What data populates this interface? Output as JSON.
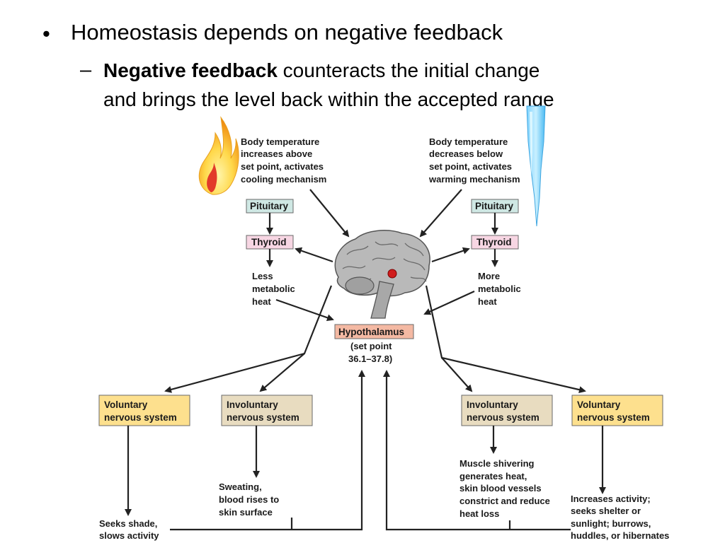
{
  "slide": {
    "bullet_text": "Homeostasis depends on negative feedback",
    "sub_bold": "Negative feedback",
    "sub_rest_line1": " counteracts the initial change",
    "sub_line2": "and brings the level back within the accepted range"
  },
  "diagram": {
    "hot_label": [
      "Body temperature",
      "increases above",
      "set point, activates",
      "cooling mechanism"
    ],
    "cold_label": [
      "Body temperature",
      "decreases below",
      "set point, activates",
      "warming mechanism"
    ],
    "pituitary": "Pituitary",
    "thyroid": "Thyroid",
    "less_heat": [
      "Less",
      "metabolic",
      "heat"
    ],
    "more_heat": [
      "More",
      "metabolic",
      "heat"
    ],
    "hypothalamus": "Hypothalamus",
    "set_point": [
      "(set point",
      "36.1–37.8)"
    ],
    "voluntary": [
      "Voluntary",
      "nervous system"
    ],
    "involuntary": [
      "Involuntary",
      "nervous system"
    ],
    "seeks_shade": [
      "Seeks shade,",
      "slows activity"
    ],
    "sweating": [
      "Sweating,",
      "blood rises to",
      "skin surface"
    ],
    "shivering": [
      "Muscle shivering",
      "generates heat,",
      "skin blood vessels",
      "constrict and reduce",
      "heat loss"
    ],
    "increases_activity": [
      "Increases activity;",
      "seeks shelter or",
      "sunlight; burrows,",
      "huddles, or hibernates"
    ],
    "colors": {
      "pituitary_fill": "#cfe8e4",
      "thyroid_fill": "#f7d6e3",
      "hypothalamus_fill": "#f4b9a3",
      "voluntary_fill": "#fde08e",
      "involuntary_fill": "#e8dcc0",
      "hypothalamus_dot": "#d01c1c"
    }
  }
}
